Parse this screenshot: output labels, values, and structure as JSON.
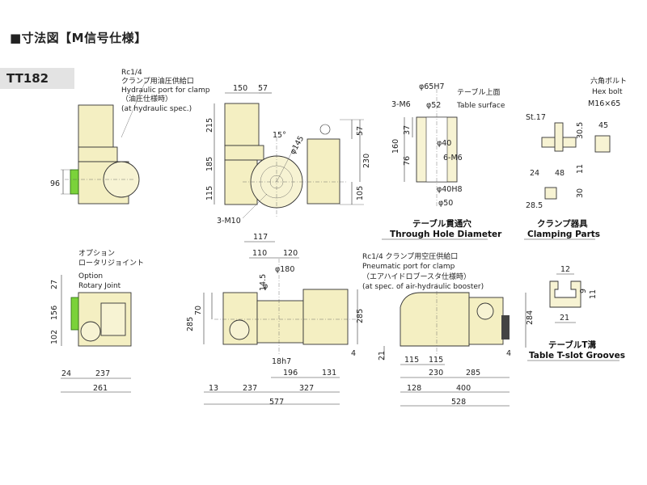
{
  "header": {
    "title": "■寸法図【M信号仕様】",
    "model": "TT182"
  },
  "top_left": {
    "note_line1": "Rc1/4",
    "note_line2": "クランプ用油圧供給口",
    "note_line3": "Hydraulic port for clamp",
    "note_line4": "（油圧仕様時）",
    "note_line5": "(at hydraulic spec.)",
    "d96": "96"
  },
  "top_mid": {
    "d150": "150",
    "d57a": "57",
    "d215": "215",
    "d185": "185",
    "d115": "115",
    "angle": "15°",
    "dia145": "φ145",
    "d57b": "57",
    "d230": "230",
    "d105": "105",
    "m10": "3-M10"
  },
  "through_hole": {
    "d65h7": "φ65H7",
    "table_top_jp": "テーブル上面",
    "m6a": "3-M6",
    "d52": "φ52",
    "table_surface": "Table surface",
    "d37": "37",
    "d160": "160",
    "d76": "76",
    "d40": "φ40",
    "m6b": "6-M6",
    "d40h8": "φ40H8",
    "d50": "φ50",
    "caption_jp": "テーブル貫通穴",
    "caption_en": "Through Hole Diameter"
  },
  "clamp": {
    "hex_jp": "六角ボルト",
    "hex_en": "Hex bolt",
    "m16": "M16×65",
    "st17": "St.17",
    "d45": "45",
    "d305": "30.5",
    "d24": "24",
    "d48": "48",
    "d11": "11",
    "d285": "28.5",
    "d30": "30",
    "caption_jp": "クランプ器具",
    "caption_en": "Clamping Parts"
  },
  "bottom_left": {
    "opt_jp1": "オプション",
    "opt_jp2": "ロータリジョイント",
    "opt_en1": "Option",
    "opt_en2": "Rotary Joint",
    "d27": "27",
    "d156": "156",
    "d102": "102",
    "d24": "24",
    "d237": "237",
    "d261": "261"
  },
  "bottom_mid": {
    "d117": "117",
    "d110": "110",
    "d120": "120",
    "d180": "φ180",
    "d145": "14.5",
    "phi": "φ",
    "d70": "70",
    "d285": "285",
    "d285b": "285",
    "d18h7": "18h7",
    "d196": "196",
    "d131": "131",
    "d4": "4",
    "d13": "13",
    "d237": "237",
    "d327": "327",
    "d577": "577"
  },
  "bottom_right": {
    "note1": "Rc1/4 クランプ用空圧供給口",
    "note2": "Pneumatic port for clamp",
    "note3": "（エアハイドロブースタ仕様時）",
    "note4": "(at spec. of air-hydraulic booster)",
    "d284": "284",
    "d21": "21",
    "d4": "4",
    "d115a": "115",
    "d115b": "115",
    "d230": "230",
    "d285": "285",
    "d128": "128",
    "d400": "400",
    "d528": "528"
  },
  "tslot": {
    "d12": "12",
    "d9": "9",
    "d11": "11",
    "d21": "21",
    "caption_jp": "テーブルT溝",
    "caption_en": "Table T-slot Grooves"
  }
}
